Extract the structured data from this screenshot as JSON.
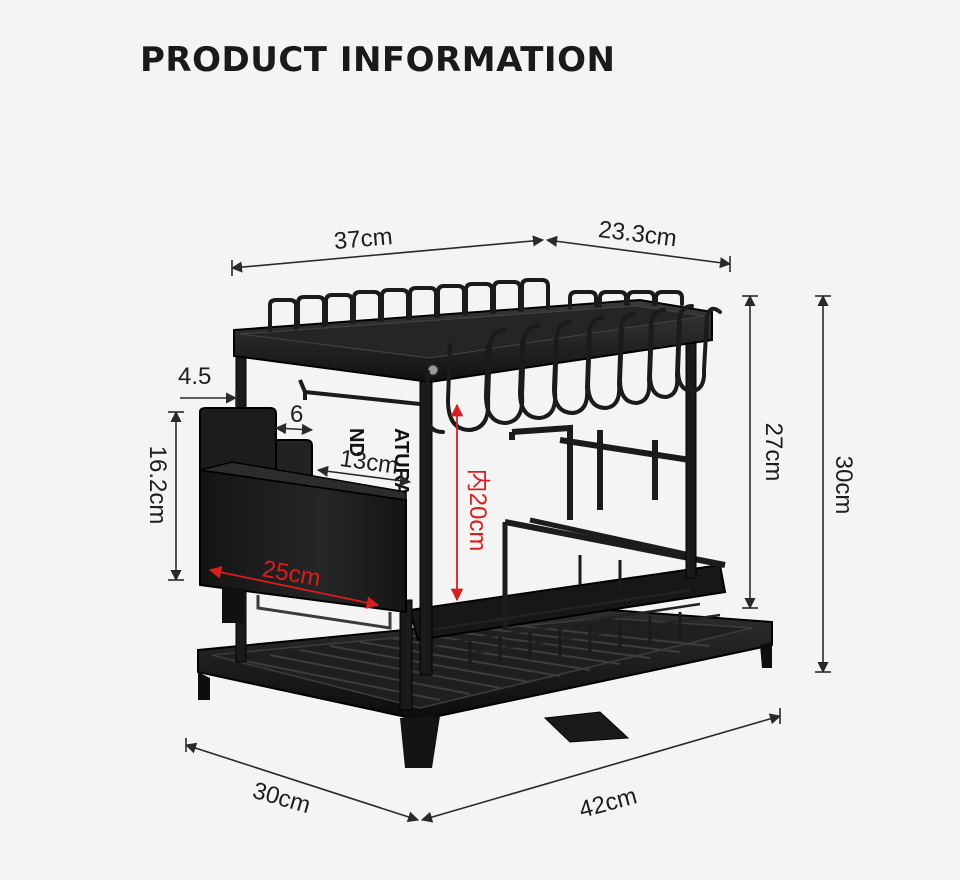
{
  "header": {
    "title": "PRODUCT INFORMATION"
  },
  "product": {
    "print_top_line": "ATURA",
    "print_bottom_line": "ND"
  },
  "dimensions": {
    "top_width": "37cm",
    "top_depth": "23.3cm",
    "edge_gap": "4.5",
    "holder_gap": "6",
    "holder_length": "13cm",
    "holder_height": "16.2cm",
    "holder_width": "25cm",
    "inner_height": "内20cm",
    "upper_height": "27cm",
    "total_height": "30cm",
    "base_depth": "30cm",
    "base_width": "42cm"
  },
  "colors": {
    "background": "#f4f4f4",
    "rack": "#1c1c1c",
    "rack_highlight": "#4a4a4a",
    "dimension_line": "#2a2a2a",
    "accent_red": "#d81e1e"
  }
}
